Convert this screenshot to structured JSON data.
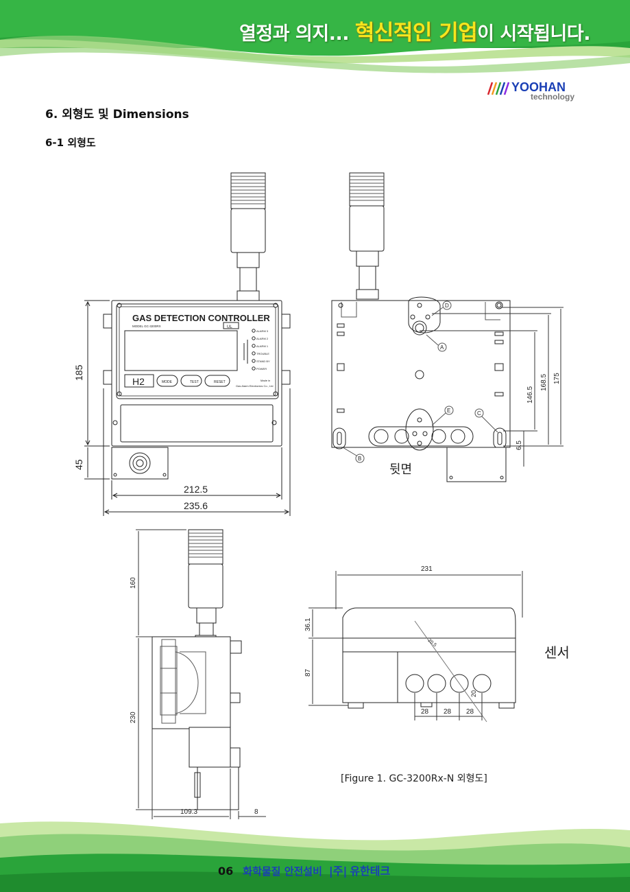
{
  "header": {
    "slogan_pre": "열정과 의지... ",
    "slogan_highlight": "혁신적인 기업",
    "slogan_post": "이 시작됩니다.",
    "logo_text": "YOOHAN",
    "logo_sub": "technology"
  },
  "section": {
    "title": "6. 외형도 및 Dimensions",
    "subtitle": "6-1 외형도"
  },
  "front_view": {
    "brand_title": "GAS DETECTION CONTROLLER",
    "model_label": "MODEL GC-3200RX",
    "ul_mark": "UL",
    "gas_display": "H2",
    "btn_mode": "MODE",
    "btn_test": "TEST",
    "btn_reset": "RESET",
    "leds": [
      "ALARM 3",
      "ALARM 2",
      "ALARM 1",
      "TROUBLE",
      "STAND BY",
      "POWER"
    ],
    "maker_1": "Made in",
    "maker_2": "Gas Alarm Electronics Co., Ltd",
    "dim_height": "185",
    "dim_sensor": "45",
    "dim_inner_width": "212.5",
    "dim_outer_width": "235.6"
  },
  "rear_view": {
    "label": "뒷면",
    "callouts": [
      "D",
      "A",
      "E",
      "C",
      "B"
    ],
    "dim_1": "146.5",
    "dim_2": "168.5",
    "dim_3": "175",
    "dim_4": "6.5"
  },
  "side_view": {
    "dim_top": "160",
    "dim_body": "230",
    "dim_depth": "109.3",
    "dim_8": "8"
  },
  "sensor_view": {
    "label": "센서",
    "dim_width": "231",
    "dim_cap": "36.1",
    "dim_body": "87",
    "dim_angle": "20.5",
    "dim_hole": "20",
    "dim_pitch": [
      "28",
      "28",
      "28"
    ]
  },
  "caption": "[Figure 1. GC-3200Rx-N 외형도]",
  "footer": {
    "page": "06",
    "company_desc": "화학물질 안전설비",
    "separator": "|주|",
    "company_name": "유한테크"
  },
  "colors": {
    "banner_green": "#2aa43a",
    "banner_light": "#8fd07a",
    "highlight_yellow": "#f7e51e",
    "footer_blue": "#1a3fb5"
  }
}
